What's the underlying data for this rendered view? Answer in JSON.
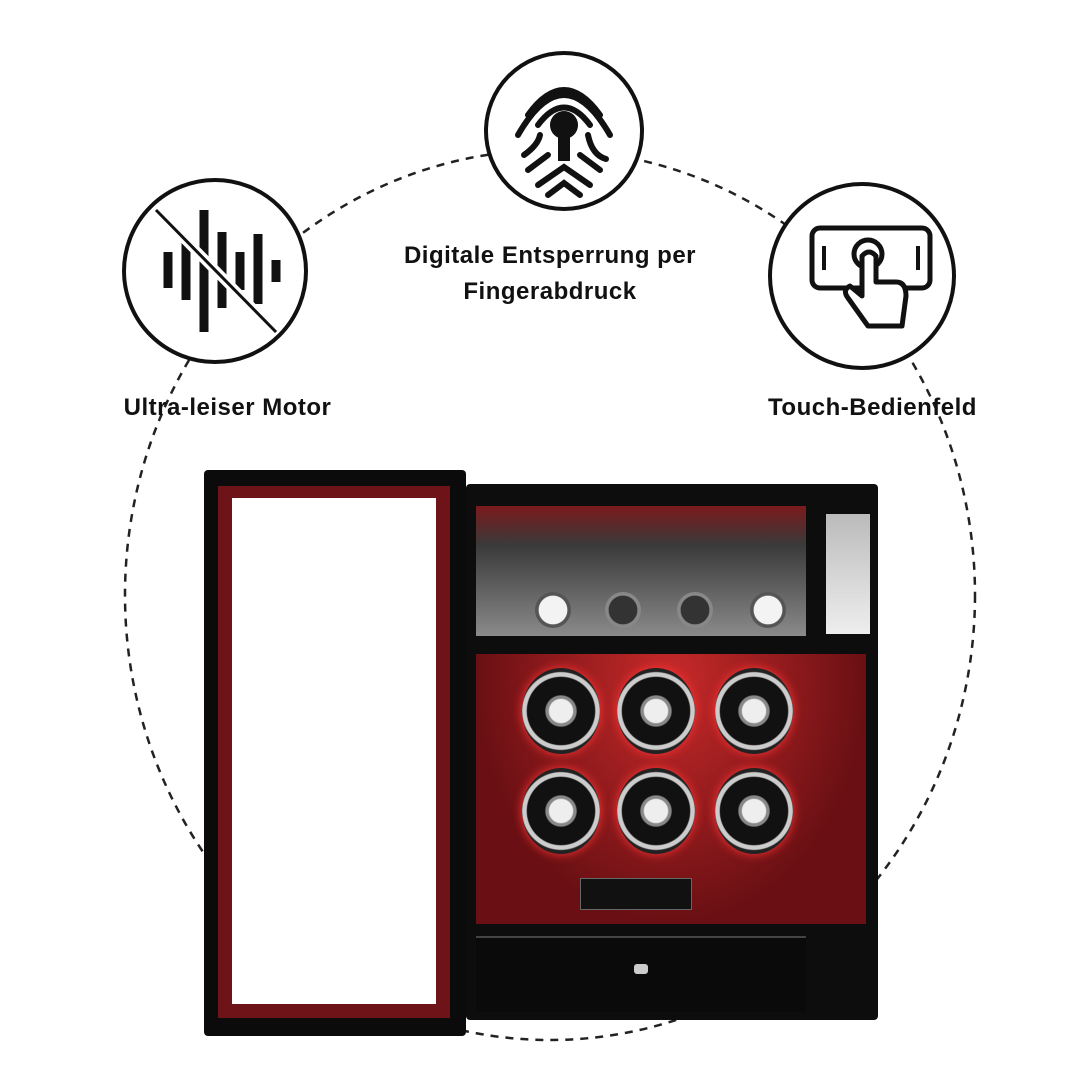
{
  "features": [
    {
      "label": "Ultra-leiser Motor",
      "icon": "no-sound-icon"
    },
    {
      "label_line1": "Digitale Entsperrung per",
      "label_line2": "Fingerabdruck",
      "icon": "fingerprint-lock-icon"
    },
    {
      "label": "Touch-Bedienfeld",
      "icon": "touch-panel-icon"
    }
  ],
  "colors": {
    "interior": "#7a1418",
    "case": "#0d0d0d",
    "led": "#ff3030"
  }
}
